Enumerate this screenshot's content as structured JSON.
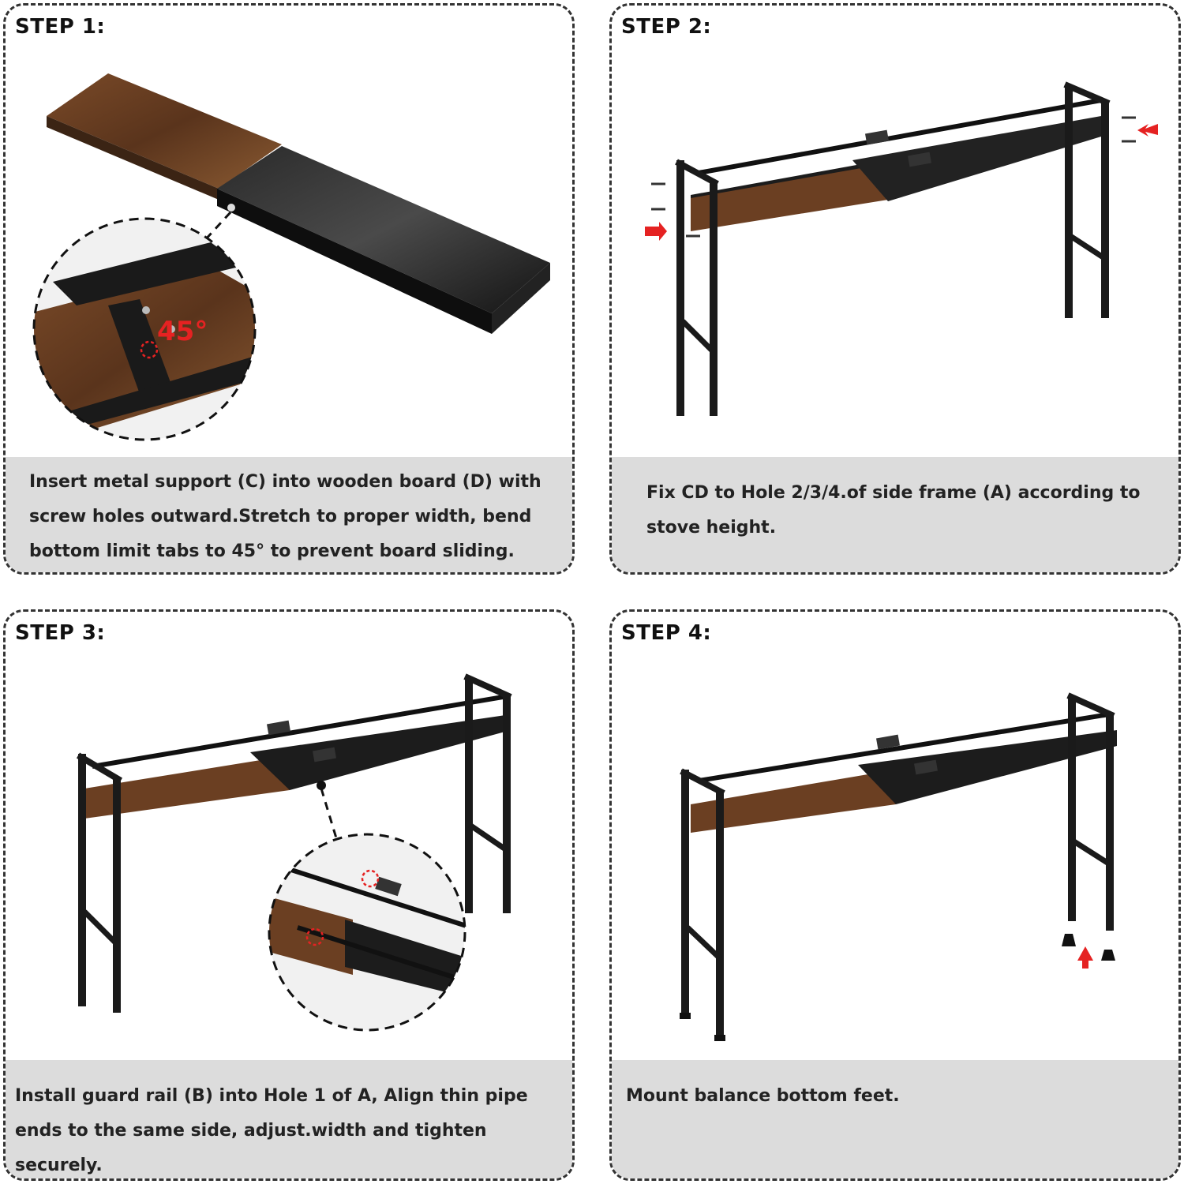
{
  "steps": [
    {
      "title": "STEP 1:",
      "caption": "Insert metal support   (C)  into  wooden board (D) with screw holes outward.Stretch to proper width, bend bottom limit tabs to 45° to prevent board sliding.",
      "angle_label": "45°"
    },
    {
      "title": "STEP 2:",
      "caption": "Fix CD to Hole 2/3/4.of side frame (A) according to stove height."
    },
    {
      "title": "STEP 3:",
      "caption": "Install guard rail (B) into Hole 1 of A, Align thin pipe ends to the same side, adjust.width and tighten securely."
    },
    {
      "title": "STEP 4:",
      "caption": "Mount balance bottom feet."
    }
  ],
  "colors": {
    "wood": "#6b3f22",
    "metal": "#1c1c1c",
    "arrow": "#e52222",
    "caption_bg": "#dcdcdc",
    "border": "#333333"
  }
}
